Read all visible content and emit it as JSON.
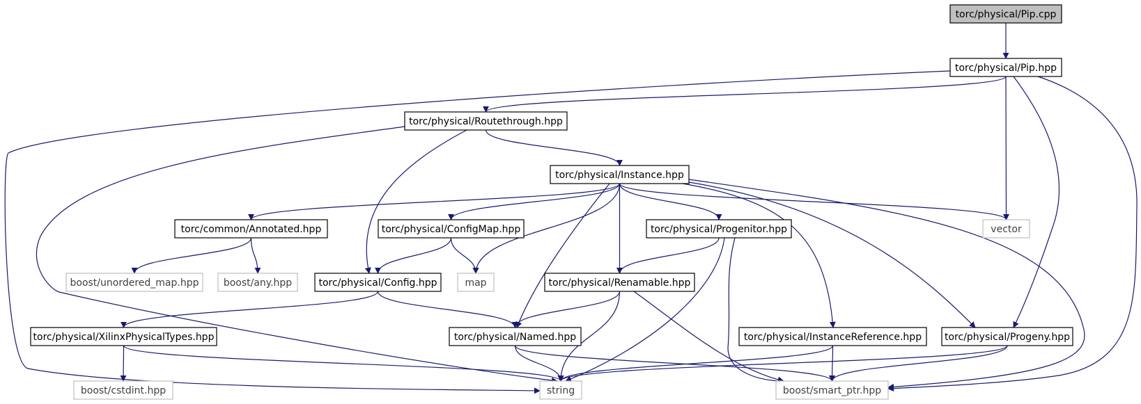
{
  "colors": {
    "edge": "#191970",
    "root_fill": "#bfbfbf",
    "node_border": "#000000",
    "external_border": "#bfbfbf",
    "external_text": "#404040",
    "node_text": "#000000"
  },
  "nodes": {
    "pip_cpp": {
      "label": "torc/physical/Pip.cpp",
      "kind": "root"
    },
    "pip_hpp": {
      "label": "torc/physical/Pip.hpp",
      "kind": "header"
    },
    "routethrough": {
      "label": "torc/physical/Routethrough.hpp",
      "kind": "header"
    },
    "instance": {
      "label": "torc/physical/Instance.hpp",
      "kind": "header"
    },
    "annotated": {
      "label": "torc/common/Annotated.hpp",
      "kind": "header"
    },
    "configmap": {
      "label": "torc/physical/ConfigMap.hpp",
      "kind": "header"
    },
    "progenitor": {
      "label": "torc/physical/Progenitor.hpp",
      "kind": "header"
    },
    "vector": {
      "label": "vector",
      "kind": "external"
    },
    "unordered_map": {
      "label": "boost/unordered_map.hpp",
      "kind": "external"
    },
    "boost_any": {
      "label": "boost/any.hpp",
      "kind": "external"
    },
    "config": {
      "label": "torc/physical/Config.hpp",
      "kind": "header"
    },
    "map": {
      "label": "map",
      "kind": "external"
    },
    "renamable": {
      "label": "torc/physical/Renamable.hpp",
      "kind": "header"
    },
    "xilinxtypes": {
      "label": "torc/physical/XilinxPhysicalTypes.hpp",
      "kind": "header"
    },
    "named": {
      "label": "torc/physical/Named.hpp",
      "kind": "header"
    },
    "instanceref": {
      "label": "torc/physical/InstanceReference.hpp",
      "kind": "header"
    },
    "progeny": {
      "label": "torc/physical/Progeny.hpp",
      "kind": "header"
    },
    "cstdint": {
      "label": "boost/cstdint.hpp",
      "kind": "external"
    },
    "string": {
      "label": "string",
      "kind": "external"
    },
    "smart_ptr": {
      "label": "boost/smart_ptr.hpp",
      "kind": "external"
    }
  },
  "edges": [
    [
      "pip_cpp",
      "pip_hpp"
    ],
    [
      "pip_hpp",
      "routethrough"
    ],
    [
      "pip_hpp",
      "string"
    ],
    [
      "pip_hpp",
      "vector"
    ],
    [
      "pip_hpp",
      "progeny"
    ],
    [
      "pip_hpp",
      "smart_ptr"
    ],
    [
      "routethrough",
      "instance"
    ],
    [
      "routethrough",
      "config"
    ],
    [
      "routethrough",
      "string"
    ],
    [
      "instance",
      "annotated"
    ],
    [
      "instance",
      "configmap"
    ],
    [
      "instance",
      "map"
    ],
    [
      "instance",
      "named"
    ],
    [
      "instance",
      "renamable"
    ],
    [
      "instance",
      "progenitor"
    ],
    [
      "instance",
      "instanceref"
    ],
    [
      "instance",
      "progeny"
    ],
    [
      "instance",
      "vector"
    ],
    [
      "instance",
      "smart_ptr"
    ],
    [
      "annotated",
      "unordered_map"
    ],
    [
      "annotated",
      "boost_any"
    ],
    [
      "configmap",
      "config"
    ],
    [
      "configmap",
      "map"
    ],
    [
      "progenitor",
      "renamable"
    ],
    [
      "progenitor",
      "string"
    ],
    [
      "progenitor",
      "smart_ptr"
    ],
    [
      "config",
      "xilinxtypes"
    ],
    [
      "config",
      "named"
    ],
    [
      "renamable",
      "named"
    ],
    [
      "renamable",
      "string"
    ],
    [
      "renamable",
      "smart_ptr"
    ],
    [
      "xilinxtypes",
      "cstdint"
    ],
    [
      "xilinxtypes",
      "string"
    ],
    [
      "named",
      "string"
    ],
    [
      "named",
      "smart_ptr"
    ],
    [
      "instanceref",
      "string"
    ],
    [
      "instanceref",
      "smart_ptr"
    ],
    [
      "progeny",
      "string"
    ],
    [
      "progeny",
      "smart_ptr"
    ]
  ]
}
